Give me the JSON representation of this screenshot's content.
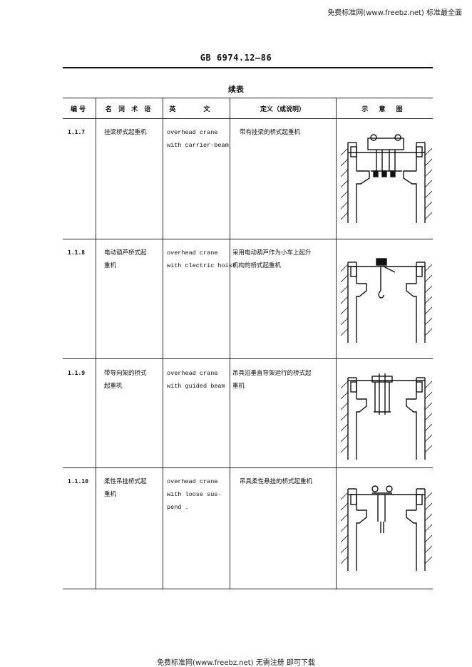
{
  "watermark_top": "免费标准网(www.freebz.net) 标准最全面",
  "standard_number": "GB 6974.12—86",
  "table_title": "续表",
  "headers": {
    "number": "编号",
    "term": "名 词 术 语",
    "english": "英 文",
    "definition": "定义（或说明）",
    "diagram": "示 意 图"
  },
  "rows": [
    {
      "number": "1.1.7",
      "term": "挂梁桥式起重机",
      "english": "overhead crane\nwith carrier-beam",
      "definition": "带有挂梁的桥式起重机",
      "diagram_icon": "carrier-beam-crane-diagram"
    },
    {
      "number": "1.1.8",
      "term": "电动葫芦桥式起\n重机",
      "english": "overhead crane\nwith clectric hoist",
      "definition": "采用电动葫芦作为小车上起升\n机构的桥式起重机",
      "diagram_icon": "electric-hoist-crane-diagram"
    },
    {
      "number": "1.1.9",
      "term": "带导向架的桥式\n起重机",
      "english": "overhead crane\nwith guided beam",
      "definition": "吊具沿垂直导架运行的桥式起\n重机",
      "diagram_icon": "guided-beam-crane-diagram"
    },
    {
      "number": "1.1.10",
      "term": "柔性吊挂桥式起\n重机",
      "english": "overhead crane\nwith loose sus-\npend .",
      "definition": "吊具柔性悬挂的桥式起重机",
      "diagram_icon": "loose-suspend-crane-diagram"
    }
  ],
  "watermark_bottom": "免费标准网(www.freebz.net) 无需注册 即可下载"
}
